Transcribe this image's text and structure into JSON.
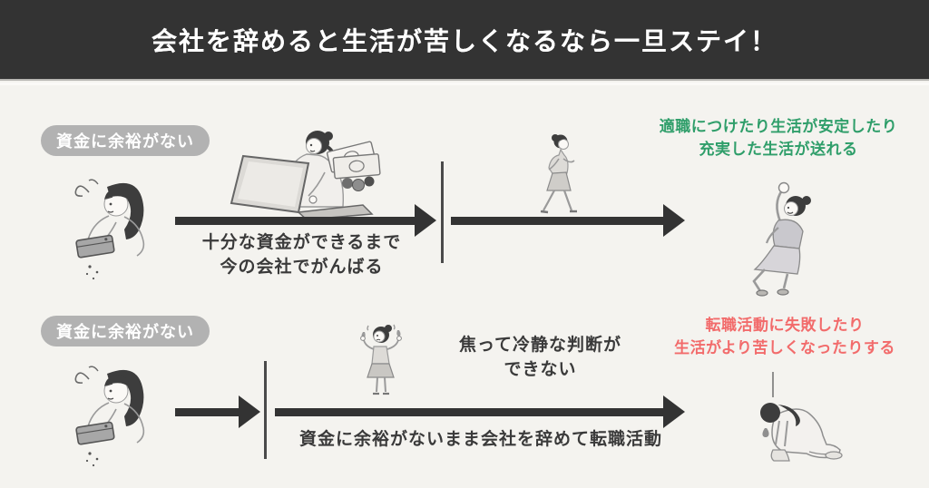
{
  "header": {
    "title": "会社を辞めると生活が苦しくなるなら一旦ステイ！"
  },
  "colors": {
    "header_bg": "#333333",
    "page_bg": "#f4f3ef",
    "badge_bg": "#b2b2b2",
    "arrow": "#333333",
    "positive_text": "#2f9e6a",
    "negative_text": "#f26b6b",
    "body_text": "#3a3a3a"
  },
  "row_stay": {
    "badge": "資金に余裕がない",
    "step_line1": "十分な資金ができるまで",
    "step_line2": "今の会社でがんばる",
    "outcome_line1": "適職につけたり生活が安定したり",
    "outcome_line2": "充実した生活が送れる",
    "illustrations": [
      "worried-woman-empty-wallet",
      "woman-working-laptop-with-money",
      "woman-walking-forward",
      "woman-jumping-happy"
    ]
  },
  "row_quit": {
    "badge": "資金に余裕がない",
    "note_line1": "焦って冷静な判断が",
    "note_line2": "できない",
    "step_label": "資金に余裕がないまま会社を辞めて転職活動",
    "outcome_line1": "転職活動に失敗したり",
    "outcome_line2": "生活がより苦しくなったりする",
    "illustrations": [
      "worried-woman-empty-wallet",
      "woman-panicking-sweating",
      "woman-kneeling-dejected"
    ]
  }
}
